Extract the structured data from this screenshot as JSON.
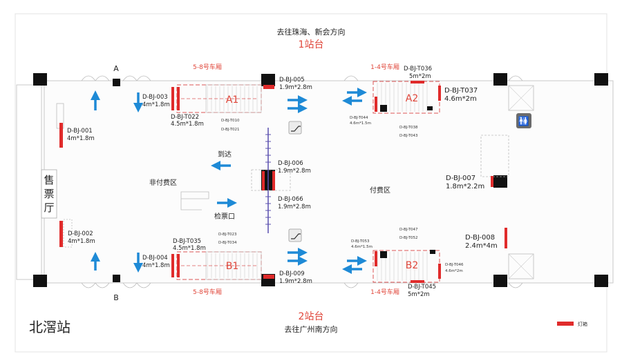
{
  "header": {
    "direction_top": "去往珠海、新会方向",
    "platform_top": "1站台",
    "direction_bottom": "去往广州南方向",
    "platform_bottom": "2站台"
  },
  "station_name": "北滘站",
  "ticket_hall": "售票厅",
  "exits": {
    "a": "A",
    "b": "B"
  },
  "car_labels": {
    "top_left": "5-8号车厢",
    "top_right": "1-4号车厢",
    "bottom_left": "5-8号车厢",
    "bottom_right": "1-4号车厢"
  },
  "stair_labels": {
    "a1": "A1",
    "a2": "A2",
    "b1": "B1",
    "b2": "B2"
  },
  "zones": {
    "unpaid": "非付费区",
    "paid": "付费区",
    "gate": "检票口",
    "arrival": "到达"
  },
  "legend": {
    "label": "灯箱",
    "color": "#e02b2b"
  },
  "ads": {
    "d001": {
      "code": "D-BJ-001",
      "size": "4m*1.8m"
    },
    "d002": {
      "code": "D-BJ-002",
      "size": "4m*1.8m"
    },
    "d003": {
      "code": "D-BJ-003",
      "size": "4m*1.8m"
    },
    "d004": {
      "code": "D-BJ-004",
      "size": "4m*1.8m"
    },
    "t022": {
      "code": "D-BJ-T022",
      "size": "4.5m*1.8m"
    },
    "t035": {
      "code": "D-BJ-T035",
      "size": "4.5m*1.8m"
    },
    "d005": {
      "code": "D-BJ-005",
      "size": "1.9m*2.8m"
    },
    "d006": {
      "code": "D-BJ-006",
      "size": "1.9m*2.8m"
    },
    "d066": {
      "code": "D-BJ-066",
      "size": "1.9m*2.8m"
    },
    "d009": {
      "code": "D-BJ-009",
      "size": "1.9m*2.8m"
    },
    "t036": {
      "code": "D-BJ-T036",
      "size": "5m*2m"
    },
    "t037": {
      "code": "D-BJ-T037",
      "size": "4.6m*2m"
    },
    "t044": {
      "code": "D-BJ-T044",
      "size": "4.6m*1.5m"
    },
    "t053": {
      "code": "D-BJ-T053",
      "size": "4.6m*1.5m"
    },
    "t046": {
      "code": "D-BJ-T046",
      "size": "4.6m*2m"
    },
    "t045": {
      "code": "D-BJ-T045",
      "size": "5m*2m"
    },
    "d007": {
      "code": "D-BJ-007",
      "size": "1.8m*2.2m"
    },
    "d008": {
      "code": "D-BJ-008",
      "size": "2.4m*4m"
    }
  },
  "small_labels": {
    "t010": "D-BJ-T010",
    "t021": "D-BJ-T021",
    "t038": "D-BJ-T038",
    "t043": "D-BJ-T043",
    "t023": "D-BJ-T023",
    "t034": "D-BJ-T034",
    "t047": "D-BJ-T047",
    "t052": "D-BJ-T052"
  }
}
